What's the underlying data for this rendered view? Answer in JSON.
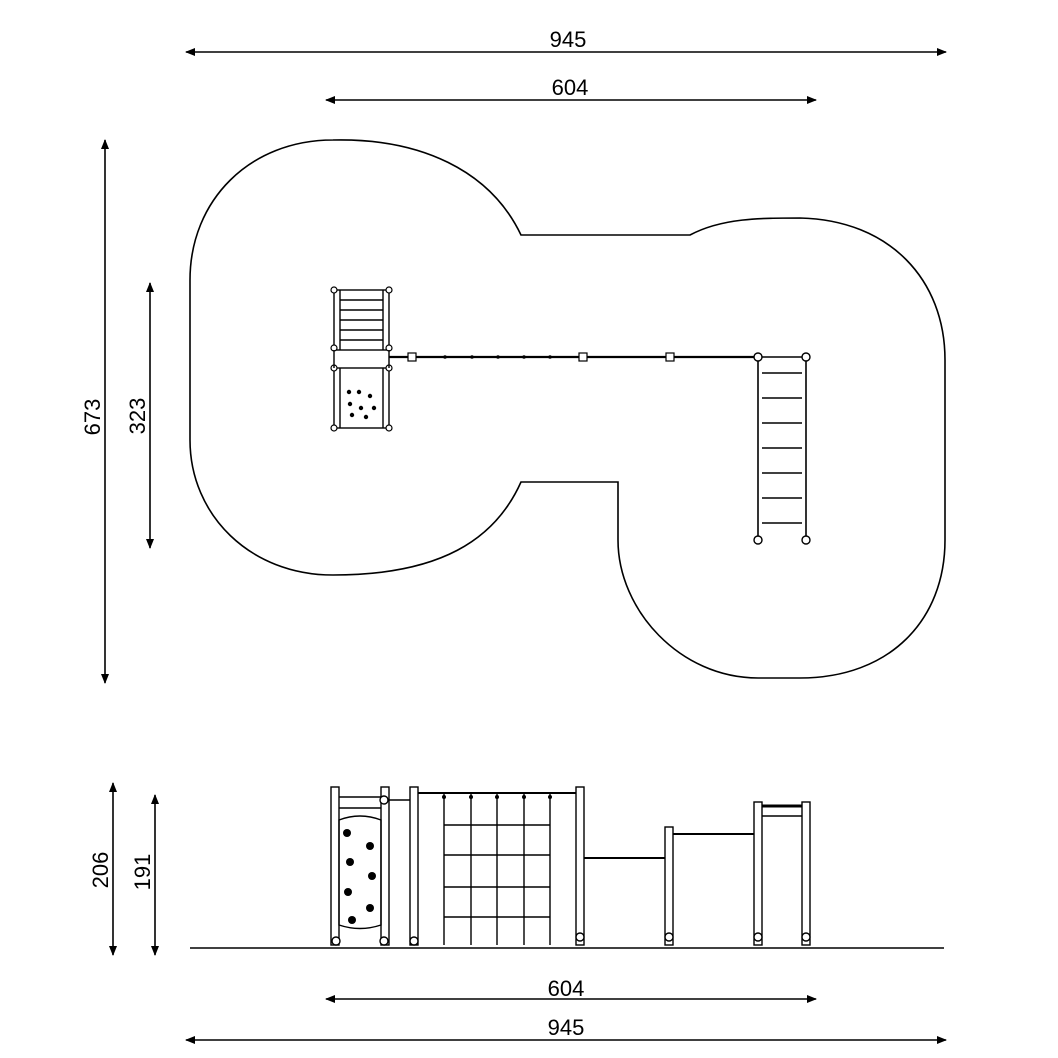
{
  "diagram": {
    "top_overall_width": "945",
    "top_equipment_width": "604",
    "left_overall_height": "673",
    "left_equipment_height": "323",
    "elev_total_height": "206",
    "elev_fall_height": "191",
    "bottom_equipment_width": "604",
    "bottom_overall_width": "945"
  }
}
